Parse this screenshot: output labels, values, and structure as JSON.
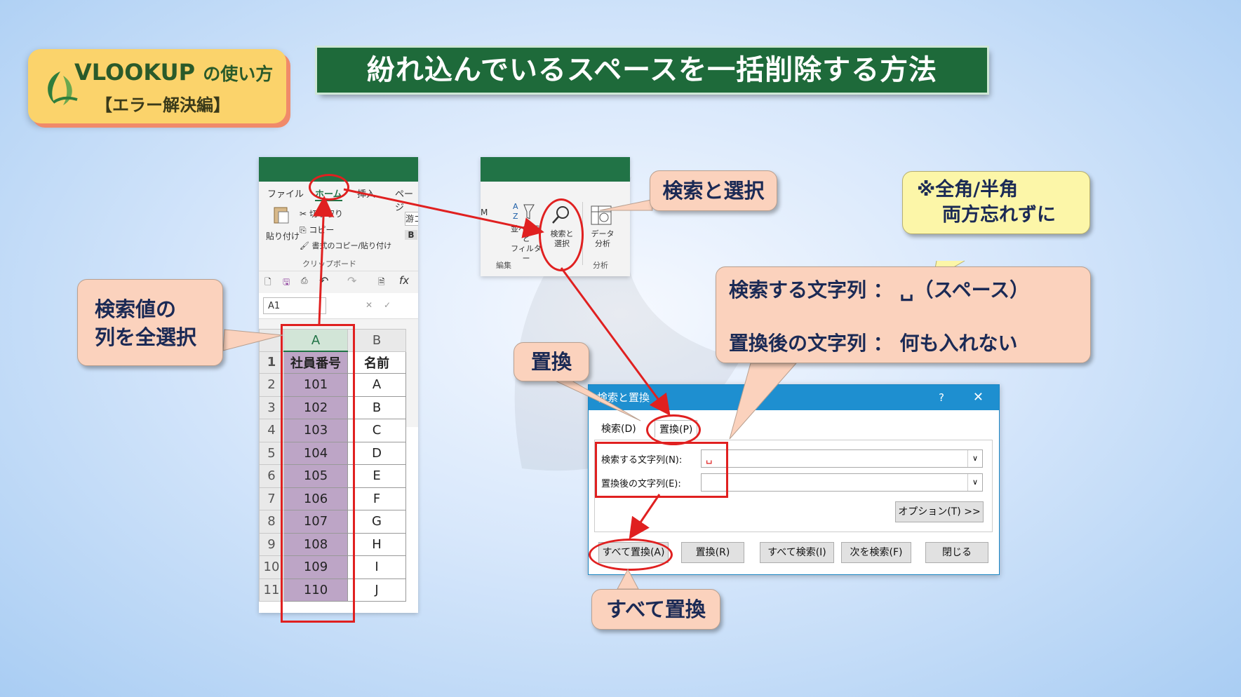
{
  "badge": {
    "line1_main": "VLOOKUP",
    "line1_sub": "の使い方",
    "line2": "【エラー解決編】"
  },
  "title": "紛れ込んでいるスペースを一括削除する方法",
  "excel1": {
    "tabs": [
      "ファイル",
      "ホーム",
      "挿入",
      "ページ"
    ],
    "clipboard": {
      "paste": "貼り付け",
      "cut": "切り取り",
      "copy": "コピー",
      "format_copy": "書式のコピー/貼り付け",
      "group": "クリップボード"
    },
    "font_box": "游ゴ",
    "bold": "B",
    "namebox": "A1",
    "fx": "fx",
    "col_headers": [
      "A",
      "B"
    ],
    "header_row": [
      "社員番号",
      "名前"
    ],
    "rows": [
      [
        "1",
        "",
        ""
      ],
      [
        "2",
        "101",
        "A"
      ],
      [
        "3",
        "102",
        "B"
      ],
      [
        "4",
        "103",
        "C"
      ],
      [
        "5",
        "104",
        "D"
      ],
      [
        "6",
        "105",
        "E"
      ],
      [
        "7",
        "106",
        "F"
      ],
      [
        "8",
        "107",
        "G"
      ],
      [
        "9",
        "108",
        "H"
      ],
      [
        "10",
        "109",
        "I"
      ],
      [
        "11",
        "110",
        "J"
      ]
    ]
  },
  "excel2": {
    "sort_filter": "並べ替えと\nフィルター",
    "find_select_l1": "検索と",
    "find_select_l2": "選択",
    "data_analysis_l1": "データ",
    "data_analysis_l2": "分析",
    "group_edit": "編集",
    "group_analysis": "分析",
    "m": "M"
  },
  "callouts": {
    "select_column_l1": "検索値の",
    "select_column_l2": "列を全選択",
    "find_select": "検索と選択",
    "both_widths_l1": "※全角/半角",
    "both_widths_l2": "両方忘れずに",
    "find_what": "検索する文字列 ： ␣（スペース）",
    "replace_with": "置換後の文字列 ： 何も入れない",
    "replace": "置換",
    "replace_all": "すべて置換"
  },
  "dialog": {
    "title": "検索と置換",
    "help": "?",
    "close": "✕",
    "tab_find": "検索(D)",
    "tab_replace": "置換(P)",
    "find_label": "検索する文字列(N):",
    "find_value": "␣",
    "replace_label": "置換後の文字列(E):",
    "replace_value": "",
    "options": "オプション(T) >>",
    "btn_replace_all": "すべて置換(A)",
    "btn_replace": "置換(R)",
    "btn_find_all": "すべて検索(I)",
    "btn_find_next": "次を検索(F)",
    "btn_close": "閉じる"
  },
  "colors": {
    "accent_red": "#e02020",
    "excel_green": "#217346",
    "title_green": "#1e6a3a",
    "selected_fill": "#bda5c6"
  }
}
